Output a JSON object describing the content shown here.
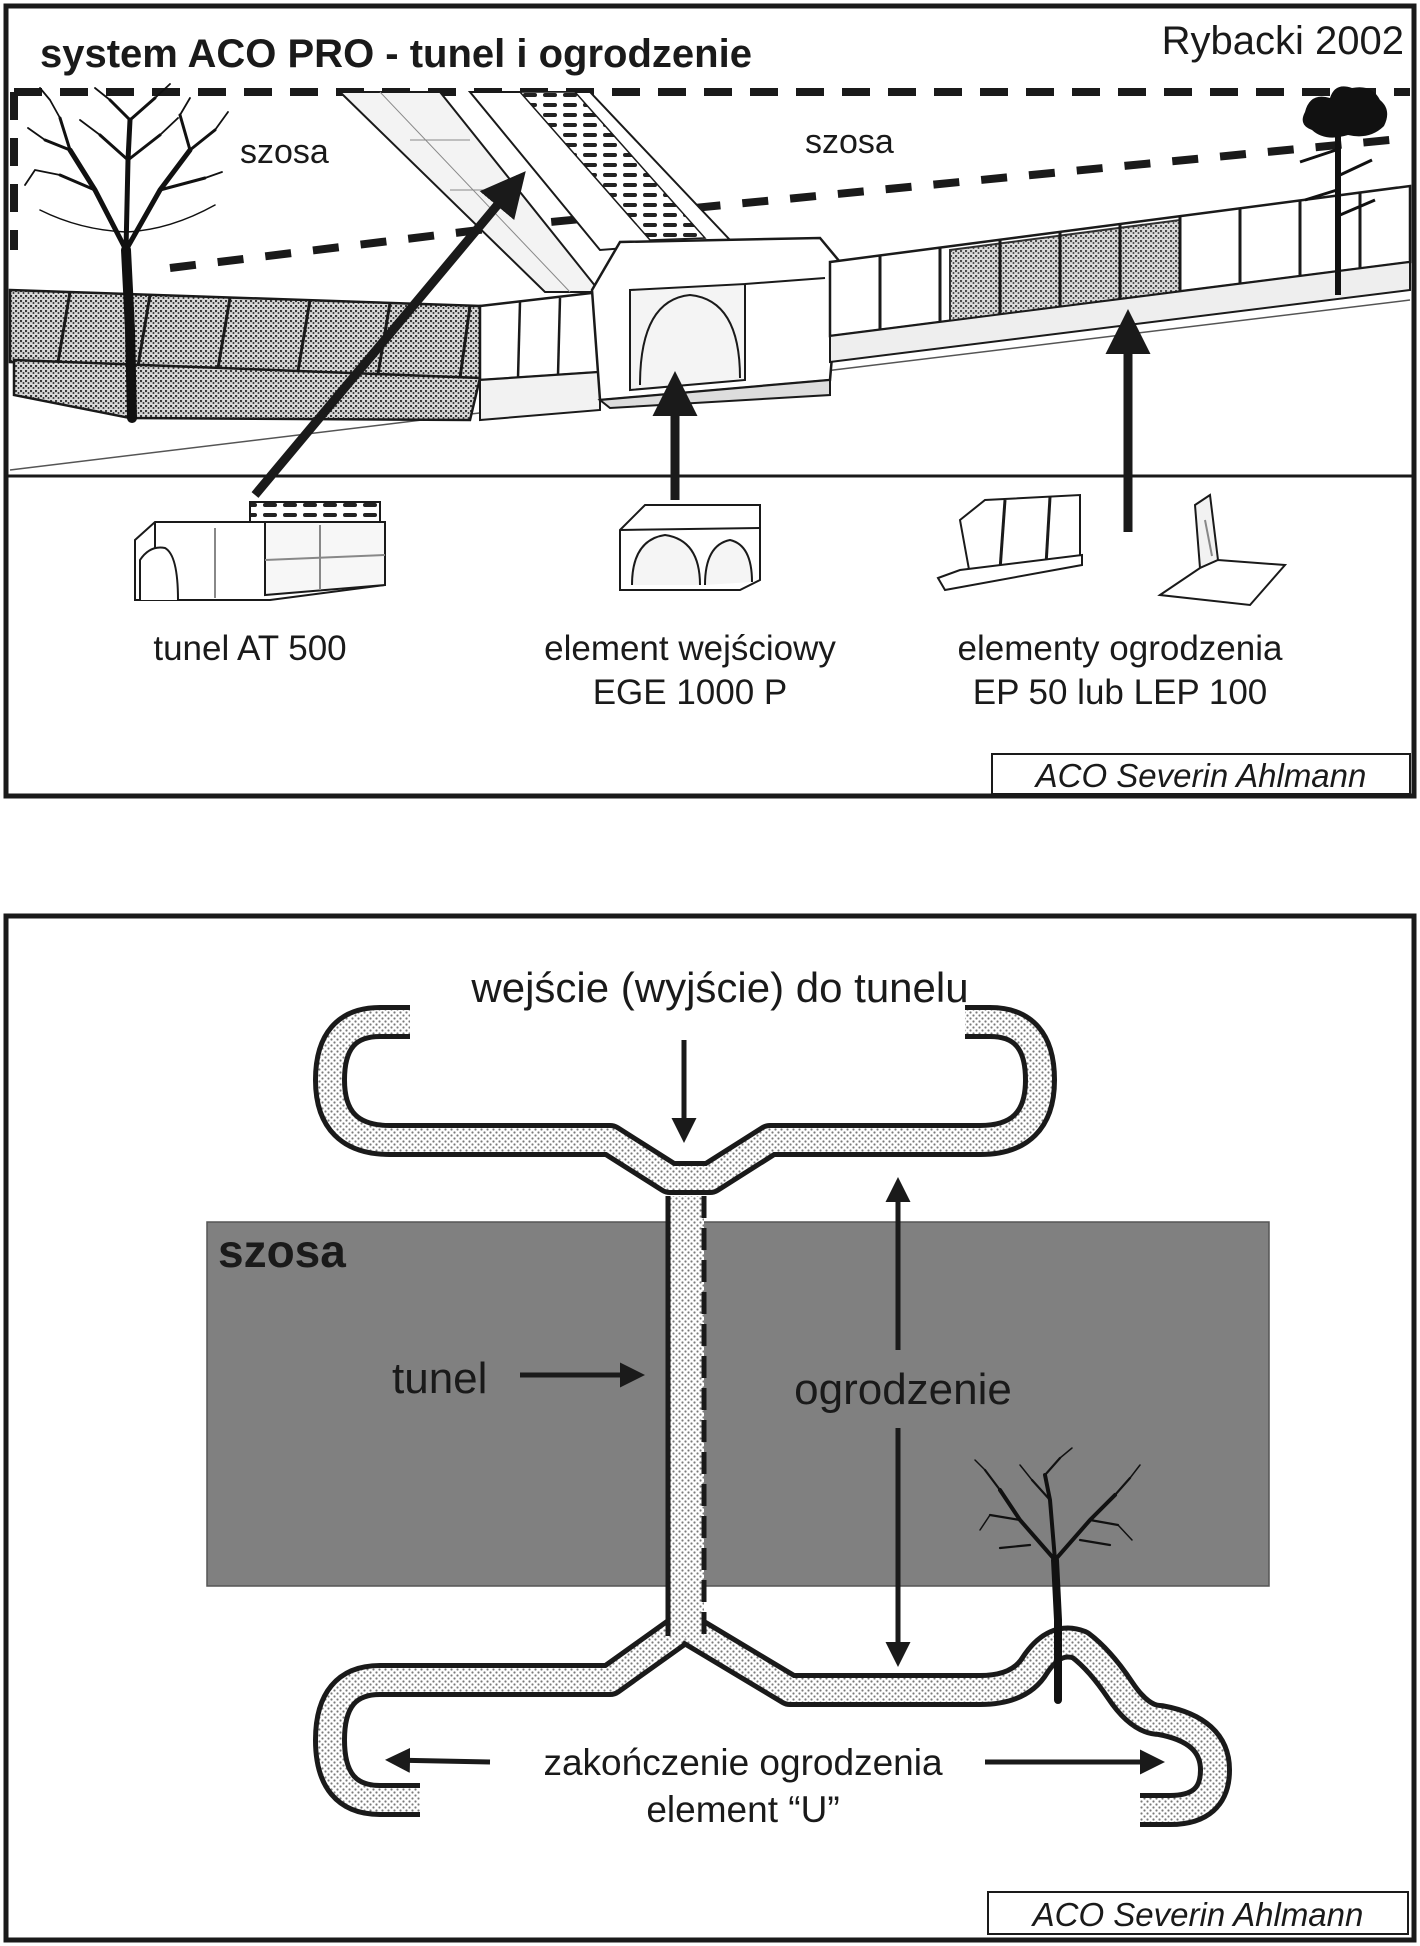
{
  "top_panel": {
    "title": "system ACO PRO - tunel i ogrodzenie",
    "author": "Rybacki 2002",
    "road_left": "szosa",
    "road_right": "szosa",
    "label_tunnel": "tunel AT 500",
    "label_entrance_line1": "element wejściowy",
    "label_entrance_line2": "EGE 1000 P",
    "label_fence_line1": "elementy ogrodzenia",
    "label_fence_line2": "EP 50 lub LEP 100",
    "credit": "ACO Severin Ahlmann"
  },
  "bottom_panel": {
    "entrance_label": "wejście (wyjście) do tunelu",
    "road_label": "szosa",
    "tunnel_label": "tunel",
    "fence_label": "ogrodzenie",
    "end_label_line1": "zakończenie ogrodzenia",
    "end_label_line2": "element “U”",
    "credit": "ACO Severin Ahlmann"
  },
  "colors": {
    "road_gray": "#808080",
    "stroke": "#1a1a1a",
    "stipple": "#b0b0b0"
  }
}
